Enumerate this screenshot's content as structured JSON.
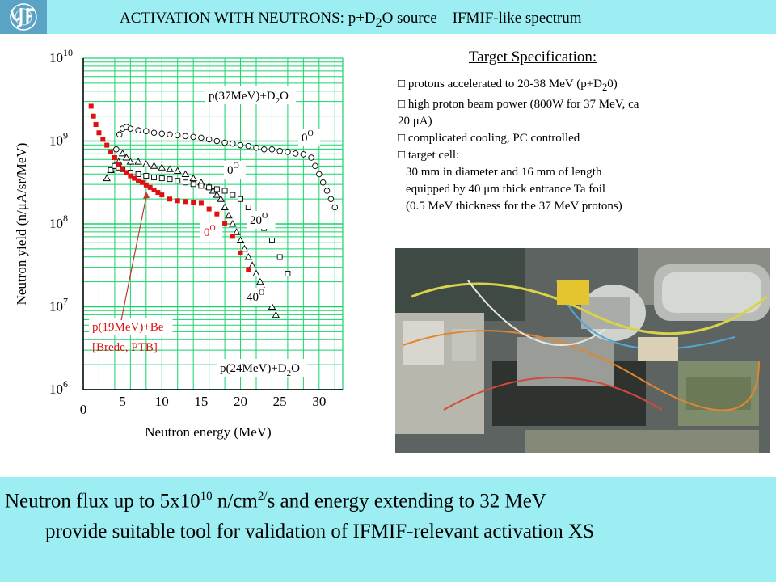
{
  "header": {
    "title_pre": "ACTIVATION WITH NEUTRONS: p+D",
    "title_sub": "2",
    "title_post": "O source – IFMIF-like spectrum"
  },
  "spec": {
    "heading": "Target Specification:",
    "bullet_glyph": "□",
    "items": [
      "protons  accelerated  to 20-38  MeV (p+D",
      "high proton beam power (800W for 37 MeV, ca",
      "20 μA)",
      "complicated cooling, PC controlled",
      "target cell:",
      "30 mm in diameter and 16 mm of length",
      "equipped by 40 μm thick entrance Ta foil",
      "(0.5 MeV thickness for the 37 MeV protons)"
    ],
    "item0_sub": "2",
    "item0_end": "0)"
  },
  "footer": {
    "line1_pre": "Neutron flux up to 5x10",
    "line1_sup": "10",
    "line1_mid": " n/cm",
    "line1_sup2": "2/",
    "line1_post": "s and energy extending to 32 MeV",
    "line2": "provide suitable tool for validation of IFMIF-relevant activation XS"
  },
  "colors": {
    "grid": "#19d26a",
    "highlight": "#e01010",
    "band": "#9ceef2",
    "logo": "#5aa3c4"
  },
  "chart_data": {
    "type": "scatter",
    "xlabel": "Neutron energy (MeV)",
    "ylabel": "Neutron yield (n/μA/sr/MeV)",
    "x_ticks": [
      "0",
      "5",
      "10",
      "15",
      "20",
      "25",
      "30"
    ],
    "y_ticks": [
      {
        "base": "10",
        "exp": "6"
      },
      {
        "base": "10",
        "exp": "7"
      },
      {
        "base": "10",
        "exp": "8"
      },
      {
        "base": "10",
        "exp": "9"
      },
      {
        "base": "10",
        "exp": "10"
      }
    ],
    "xlim": [
      0,
      33
    ],
    "ylim_log10": [
      6,
      10
    ],
    "log_y": true,
    "grid": true,
    "annotations": [
      {
        "text": "p(37MeV)+D",
        "sub": "2",
        "post": "O"
      },
      {
        "text": "p(24MeV)+D",
        "sub": "2",
        "post": "O"
      },
      {
        "text": "p(19MeV)+Be"
      },
      {
        "text": "[Brede, PTB]"
      },
      {
        "text": "0",
        "sup": "O"
      },
      {
        "text": "0",
        "sup": "O"
      },
      {
        "text": "0",
        "sup": "O"
      },
      {
        "text": "20",
        "sup": "O"
      },
      {
        "text": "40",
        "sup": "O"
      }
    ],
    "series": [
      {
        "marker": "open-circle",
        "x": [
          4.2,
          4.6,
          5.0,
          5.5,
          6,
          7,
          8,
          9,
          10,
          11,
          12,
          13,
          14,
          15,
          16,
          17,
          18,
          19,
          20,
          21,
          22,
          23,
          24,
          25,
          26,
          27,
          28,
          29,
          29.5,
          30,
          30.5,
          31,
          31.5,
          32
        ],
        "y": [
          8.9,
          9.08,
          9.15,
          9.17,
          9.15,
          9.13,
          9.12,
          9.1,
          9.09,
          9.08,
          9.07,
          9.06,
          9.05,
          9.04,
          9.02,
          9.0,
          8.98,
          8.97,
          8.95,
          8.94,
          8.92,
          8.9,
          8.9,
          8.88,
          8.87,
          8.85,
          8.84,
          8.8,
          8.7,
          8.6,
          8.5,
          8.4,
          8.3,
          8.2
        ]
      },
      {
        "marker": "open-triangle",
        "x": [
          3,
          3.5,
          4,
          4.5,
          5,
          5.5,
          6,
          7,
          8,
          9,
          10,
          11,
          12,
          13,
          14,
          15,
          16,
          16.5,
          17,
          17.5,
          18,
          18.5,
          19,
          19.5,
          20,
          20.5,
          21,
          21.5,
          22,
          22.5,
          23,
          23.5,
          24,
          24.5
        ],
        "y": [
          8.55,
          8.65,
          8.7,
          8.75,
          8.85,
          8.8,
          8.75,
          8.75,
          8.72,
          8.7,
          8.68,
          8.66,
          8.64,
          8.6,
          8.55,
          8.5,
          8.45,
          8.4,
          8.35,
          8.3,
          8.2,
          8.1,
          8.0,
          7.9,
          7.8,
          7.7,
          7.6,
          7.5,
          7.4,
          7.3,
          7.2,
          7.1,
          7.0,
          6.9
        ]
      },
      {
        "marker": "open-square",
        "x": [
          3.5,
          4,
          4.5,
          5,
          6,
          7,
          8,
          9,
          10,
          11,
          12,
          13,
          14,
          15,
          16,
          17,
          18,
          19,
          20,
          21,
          22,
          23,
          24,
          25,
          26
        ],
        "y": [
          8.65,
          8.7,
          8.68,
          8.66,
          8.62,
          8.6,
          8.58,
          8.56,
          8.55,
          8.54,
          8.52,
          8.5,
          8.48,
          8.46,
          8.44,
          8.42,
          8.4,
          8.35,
          8.3,
          8.2,
          8.1,
          7.95,
          7.8,
          7.6,
          7.4
        ]
      },
      {
        "marker": "filled-square",
        "x": [
          1,
          1.3,
          1.6,
          2,
          2.5,
          3,
          3.5,
          4,
          4.5,
          5,
          5.5,
          6,
          6.5,
          7,
          7.5,
          8,
          8.5,
          9,
          9.5,
          10,
          11,
          12,
          13,
          14,
          15,
          16,
          17,
          18,
          19,
          20,
          21
        ],
        "y": [
          9.42,
          9.3,
          9.2,
          9.1,
          9.02,
          8.95,
          8.87,
          8.8,
          8.72,
          8.66,
          8.62,
          8.58,
          8.55,
          8.52,
          8.5,
          8.47,
          8.44,
          8.41,
          8.38,
          8.35,
          8.3,
          8.28,
          8.27,
          8.26,
          8.25,
          8.18,
          8.12,
          8.0,
          7.85,
          7.65,
          7.45
        ]
      }
    ]
  }
}
